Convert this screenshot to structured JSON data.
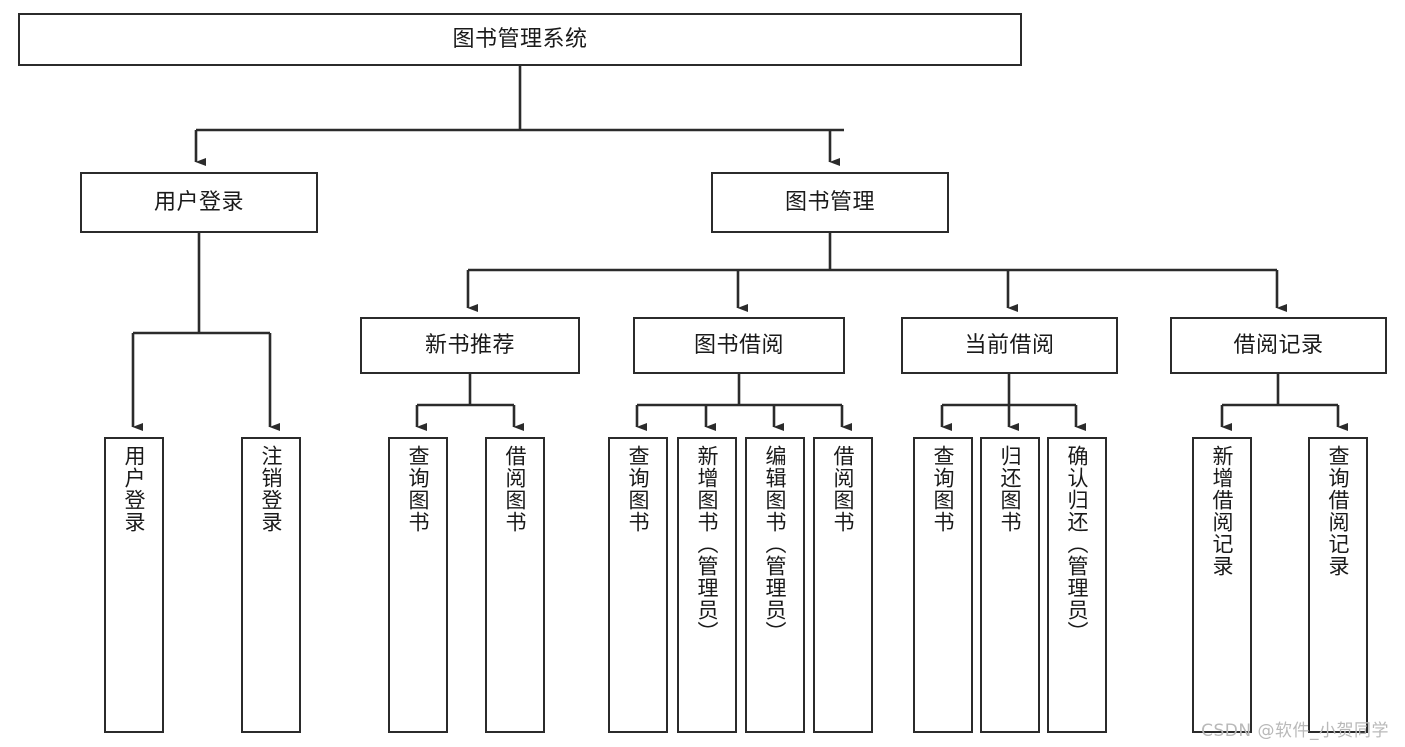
{
  "diagram": {
    "title": "图书管理系统",
    "type": "tree-hierarchy-chart",
    "colors": {
      "node_border": "#2b2b2b",
      "node_fill": "#ffffff",
      "edge": "#2b2b2b",
      "background": "#ffffff",
      "watermark": "#b9b9b9"
    },
    "root": {
      "label": "图书管理系统"
    },
    "level1": [
      {
        "label": "用户登录"
      },
      {
        "label": "图书管理"
      }
    ],
    "level2": [
      {
        "label": "新书推荐"
      },
      {
        "label": "图书借阅"
      },
      {
        "label": "当前借阅"
      },
      {
        "label": "借阅记录"
      }
    ],
    "leaves": {
      "user_login": [
        {
          "label": "用户登录"
        },
        {
          "label": "注销登录"
        }
      ],
      "new_book_recommend": [
        {
          "label": "查询图书"
        },
        {
          "label": "借阅图书"
        }
      ],
      "book_borrow": [
        {
          "label": "查询图书"
        },
        {
          "label": "新增图书（管理员）"
        },
        {
          "label": "编辑图书（管理员）"
        },
        {
          "label": "借阅图书"
        }
      ],
      "current_borrow": [
        {
          "label": "查询图书"
        },
        {
          "label": "归还图书"
        },
        {
          "label": "确认归还（管理员）"
        }
      ],
      "borrow_record": [
        {
          "label": "新增借阅记录"
        },
        {
          "label": "查询借阅记录"
        }
      ]
    }
  },
  "watermark": {
    "text": "CSDN @软件_小贺同学"
  }
}
